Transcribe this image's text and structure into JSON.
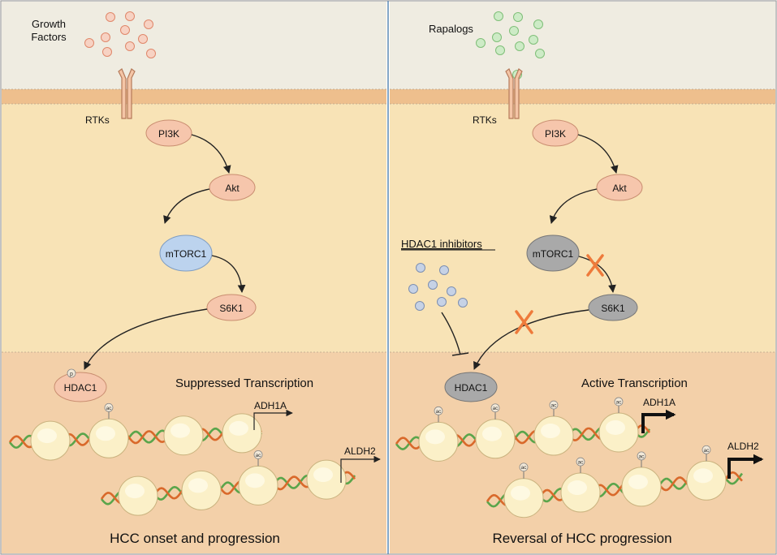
{
  "colors": {
    "extracellular": "#efece1",
    "membrane": "#eebf8d",
    "cytoplasm": "#f8e3b6",
    "nucleus": "#f3d0a9",
    "border": "#9b9b9b",
    "divider": "#5b88b3",
    "orange_node": "#f6c6ac",
    "blue_node": "#bcd3ee",
    "gray_node": "#a9a9a9",
    "ligand_orange": "#f1a085",
    "ligand_green": "#9fd59a",
    "inhibitor_blue": "#a7b8d6",
    "dna_orange": "#d9692b",
    "dna_green": "#5aa54b",
    "block_x": "#ee7a3b"
  },
  "left_panel": {
    "ligand_label": "Growth\nFactors",
    "receptor_label": "RTKs",
    "nodes": [
      "PI3K",
      "Akt",
      "mTORC1",
      "S6K1",
      "HDAC1"
    ],
    "phospho_mark": "p",
    "transcription_label": "Suppressed Transcription",
    "gene_1": "ADH1A",
    "gene_2": "ALDH2",
    "acetyl_mark": "ac",
    "outcome": "HCC onset and progression"
  },
  "right_panel": {
    "ligand_label": "Rapalogs",
    "receptor_label": "RTKs",
    "nodes": [
      "PI3K",
      "Akt",
      "mTORC1",
      "S6K1",
      "HDAC1"
    ],
    "inhibitor_label": "HDAC1 inhibitors",
    "transcription_label": "Active Transcription",
    "gene_1": "ADH1A",
    "gene_2": "ALDH2",
    "acetyl_mark": "ac",
    "outcome": "Reversal of HCC progression"
  }
}
